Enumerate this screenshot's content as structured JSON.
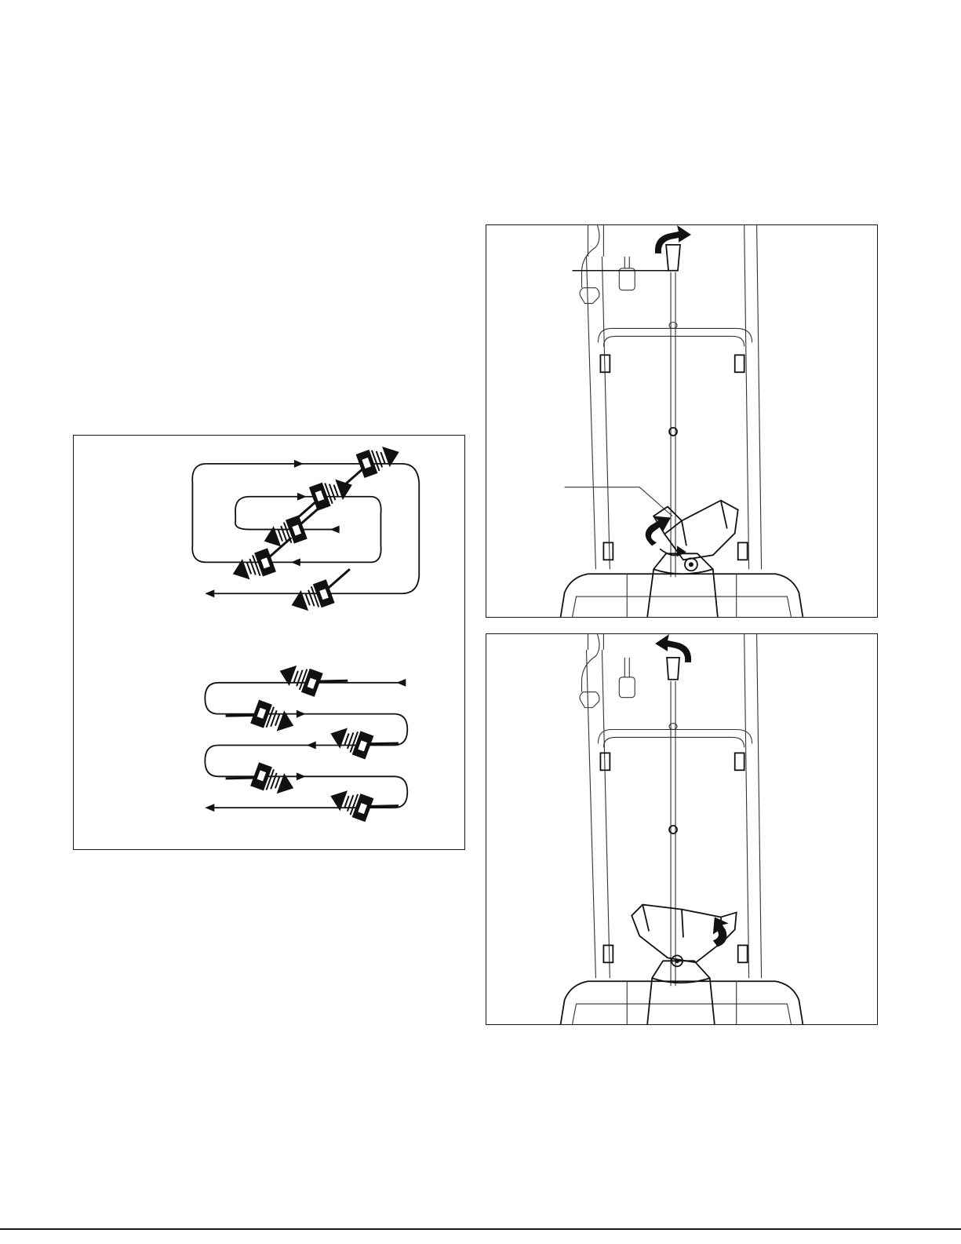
{
  "page": {
    "background": "#ffffff",
    "ink": "#111111"
  },
  "figures": [
    {
      "id": "clearing-patterns",
      "icon": "snow-clearing-pattern-diagrams",
      "patterns": [
        "circular-path-pattern",
        "back-and-forth-pattern"
      ]
    },
    {
      "id": "chute-rotation-left",
      "icon": "snow-thrower-chute-rotation-diagram",
      "callouts": [
        "chute-control-crank-leader",
        "discharge-chute-leader"
      ]
    },
    {
      "id": "chute-rotation-right",
      "icon": "snow-thrower-chute-rotation-diagram"
    }
  ]
}
